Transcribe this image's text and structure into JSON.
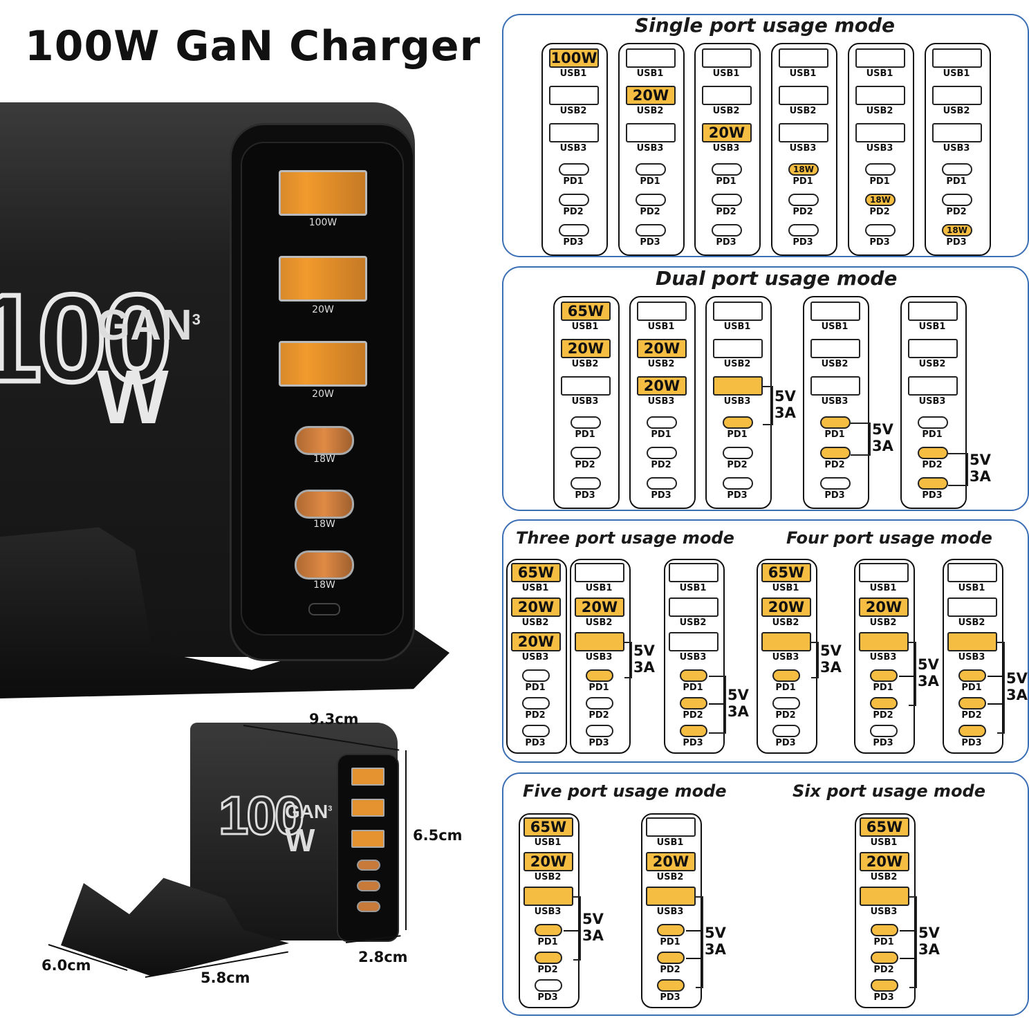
{
  "title": "100W GaN Charger",
  "charger": {
    "brand_big": "100",
    "brand_gan": "GAN",
    "brand_gan_sup": "3",
    "brand_w": "W",
    "port_labels": [
      "100W",
      "20W",
      "20W",
      "18W",
      "18W",
      "18W"
    ]
  },
  "dimensions": {
    "width": "9.3cm",
    "height": "6.5cm",
    "depth": "2.8cm",
    "stand_width": "6.0cm",
    "stand_length": "5.8cm"
  },
  "port_names": [
    "USB1",
    "USB2",
    "USB3",
    "PD1",
    "PD2",
    "PD3"
  ],
  "modes": {
    "single": {
      "title": "Single port usage mode"
    },
    "dual": {
      "title": "Dual port usage mode"
    },
    "three": {
      "title": "Three port usage mode"
    },
    "four": {
      "title": "Four port usage mode"
    },
    "five": {
      "title": "Five port usage mode"
    },
    "six": {
      "title": "Six port usage mode"
    }
  },
  "configs": [
    {
      "mode": "single",
      "ports": [
        "100W",
        "",
        "",
        "",
        "",
        ""
      ],
      "lit": [
        1,
        0,
        0,
        0,
        0,
        0
      ]
    },
    {
      "mode": "single",
      "ports": [
        "",
        "20W",
        "",
        "",
        "",
        ""
      ],
      "lit": [
        0,
        1,
        0,
        0,
        0,
        0
      ]
    },
    {
      "mode": "single",
      "ports": [
        "",
        "",
        "20W",
        "",
        "",
        ""
      ],
      "lit": [
        0,
        0,
        1,
        0,
        0,
        0
      ]
    },
    {
      "mode": "single",
      "ports": [
        "",
        "",
        "",
        "18W",
        "",
        ""
      ],
      "lit": [
        0,
        0,
        0,
        1,
        0,
        0
      ]
    },
    {
      "mode": "single",
      "ports": [
        "",
        "",
        "",
        "",
        "18W",
        ""
      ],
      "lit": [
        0,
        0,
        0,
        0,
        1,
        0
      ]
    },
    {
      "mode": "single",
      "ports": [
        "",
        "",
        "",
        "",
        "",
        "18W"
      ],
      "lit": [
        0,
        0,
        0,
        0,
        0,
        1
      ]
    },
    {
      "mode": "dual",
      "ports": [
        "65W",
        "20W",
        "",
        "",
        "",
        ""
      ],
      "lit": [
        1,
        1,
        0,
        0,
        0,
        0
      ]
    },
    {
      "mode": "dual",
      "ports": [
        "",
        "20W",
        "20W",
        "",
        "",
        ""
      ],
      "lit": [
        0,
        1,
        1,
        0,
        0,
        0
      ]
    },
    {
      "mode": "dual",
      "ports": [
        "",
        "",
        "",
        "",
        "",
        ""
      ],
      "lit": [
        0,
        0,
        1,
        1,
        0,
        0
      ],
      "shared": "5V\n3A"
    },
    {
      "mode": "dual",
      "ports": [
        "",
        "",
        "",
        "",
        "",
        ""
      ],
      "lit": [
        0,
        0,
        0,
        1,
        1,
        0
      ],
      "shared": "5V\n3A"
    },
    {
      "mode": "dual",
      "ports": [
        "",
        "",
        "",
        "",
        "",
        ""
      ],
      "lit": [
        0,
        0,
        0,
        0,
        1,
        1
      ],
      "shared": "5V\n3A"
    },
    {
      "mode": "three",
      "ports": [
        "65W",
        "20W",
        "20W",
        "",
        "",
        ""
      ],
      "lit": [
        1,
        1,
        1,
        0,
        0,
        0
      ]
    },
    {
      "mode": "three",
      "ports": [
        "",
        "20W",
        "",
        "",
        "",
        ""
      ],
      "lit": [
        0,
        1,
        1,
        1,
        0,
        0
      ],
      "shared": "5V\n3A"
    },
    {
      "mode": "three",
      "ports": [
        "",
        "",
        "",
        "",
        "",
        ""
      ],
      "lit": [
        0,
        0,
        0,
        1,
        1,
        1
      ],
      "shared": "5V\n3A"
    },
    {
      "mode": "four",
      "ports": [
        "65W",
        "20W",
        "",
        "",
        "",
        ""
      ],
      "lit": [
        1,
        1,
        1,
        1,
        0,
        0
      ],
      "shared": "5V\n3A"
    },
    {
      "mode": "four",
      "ports": [
        "",
        "20W",
        "",
        "",
        "",
        ""
      ],
      "lit": [
        0,
        1,
        1,
        1,
        1,
        0
      ],
      "shared": "5V\n3A"
    },
    {
      "mode": "four",
      "ports": [
        "",
        "",
        "",
        "",
        "",
        ""
      ],
      "lit": [
        0,
        0,
        1,
        1,
        1,
        1
      ],
      "shared": "5V\n3A"
    },
    {
      "mode": "five",
      "ports": [
        "65W",
        "20W",
        "",
        "",
        "",
        ""
      ],
      "lit": [
        1,
        1,
        1,
        1,
        1,
        0
      ],
      "shared": "5V\n3A"
    },
    {
      "mode": "five",
      "ports": [
        "",
        "20W",
        "",
        "",
        "",
        ""
      ],
      "lit": [
        0,
        1,
        1,
        1,
        1,
        1
      ],
      "shared": "5V\n3A"
    },
    {
      "mode": "six",
      "ports": [
        "65W",
        "20W",
        "",
        "",
        "",
        ""
      ],
      "lit": [
        1,
        1,
        1,
        1,
        1,
        1
      ],
      "shared": "5V\n3A"
    }
  ],
  "colors": {
    "highlight": "#f5bd42",
    "panel_border": "#3b6fb5",
    "port_orange": "#f19a2d"
  }
}
